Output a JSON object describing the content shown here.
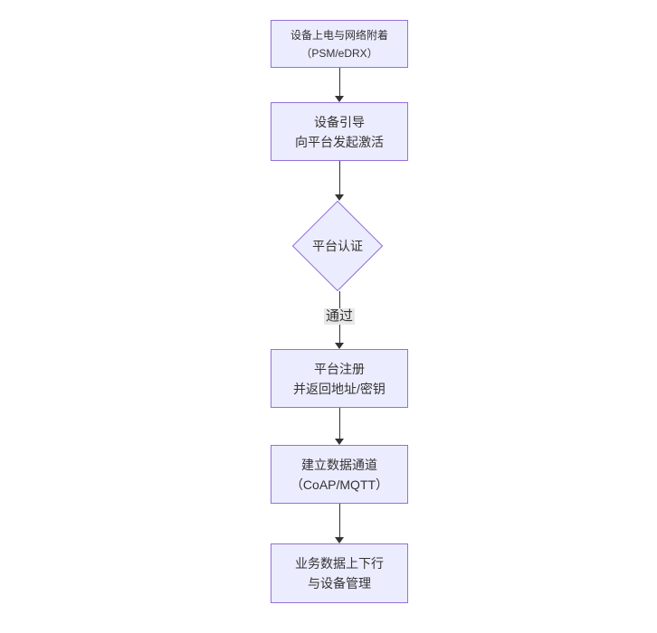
{
  "colors": {
    "background": "#FFFFFF",
    "node_fill": "#ECECFF",
    "node_border": "#9370DB",
    "edge_line": "#333333",
    "edge_label_bg": "#E8E8E8",
    "text": "#333333"
  },
  "flow": {
    "direction": "top-down",
    "nodes": [
      {
        "type": "process",
        "line1": "设备上电与网络附着",
        "line2": "（PSM/eDRX）"
      },
      {
        "type": "process",
        "line1": "设备引导",
        "line2": "向平台发起激活"
      },
      {
        "type": "decision",
        "label": "平台认证"
      },
      {
        "type": "process",
        "line1": "平台注册",
        "line2": "并返回地址/密钥"
      },
      {
        "type": "process",
        "line1": "建立数据通道",
        "line2": "（CoAP/MQTT）"
      },
      {
        "type": "process",
        "line1": "业务数据上下行",
        "line2": "与设备管理"
      }
    ],
    "edges": [
      {
        "from": 0,
        "to": 1,
        "label": ""
      },
      {
        "from": 1,
        "to": 2,
        "label": ""
      },
      {
        "from": 2,
        "to": 3,
        "label": "通过"
      },
      {
        "from": 3,
        "to": 4,
        "label": ""
      },
      {
        "from": 4,
        "to": 5,
        "label": ""
      }
    ]
  }
}
